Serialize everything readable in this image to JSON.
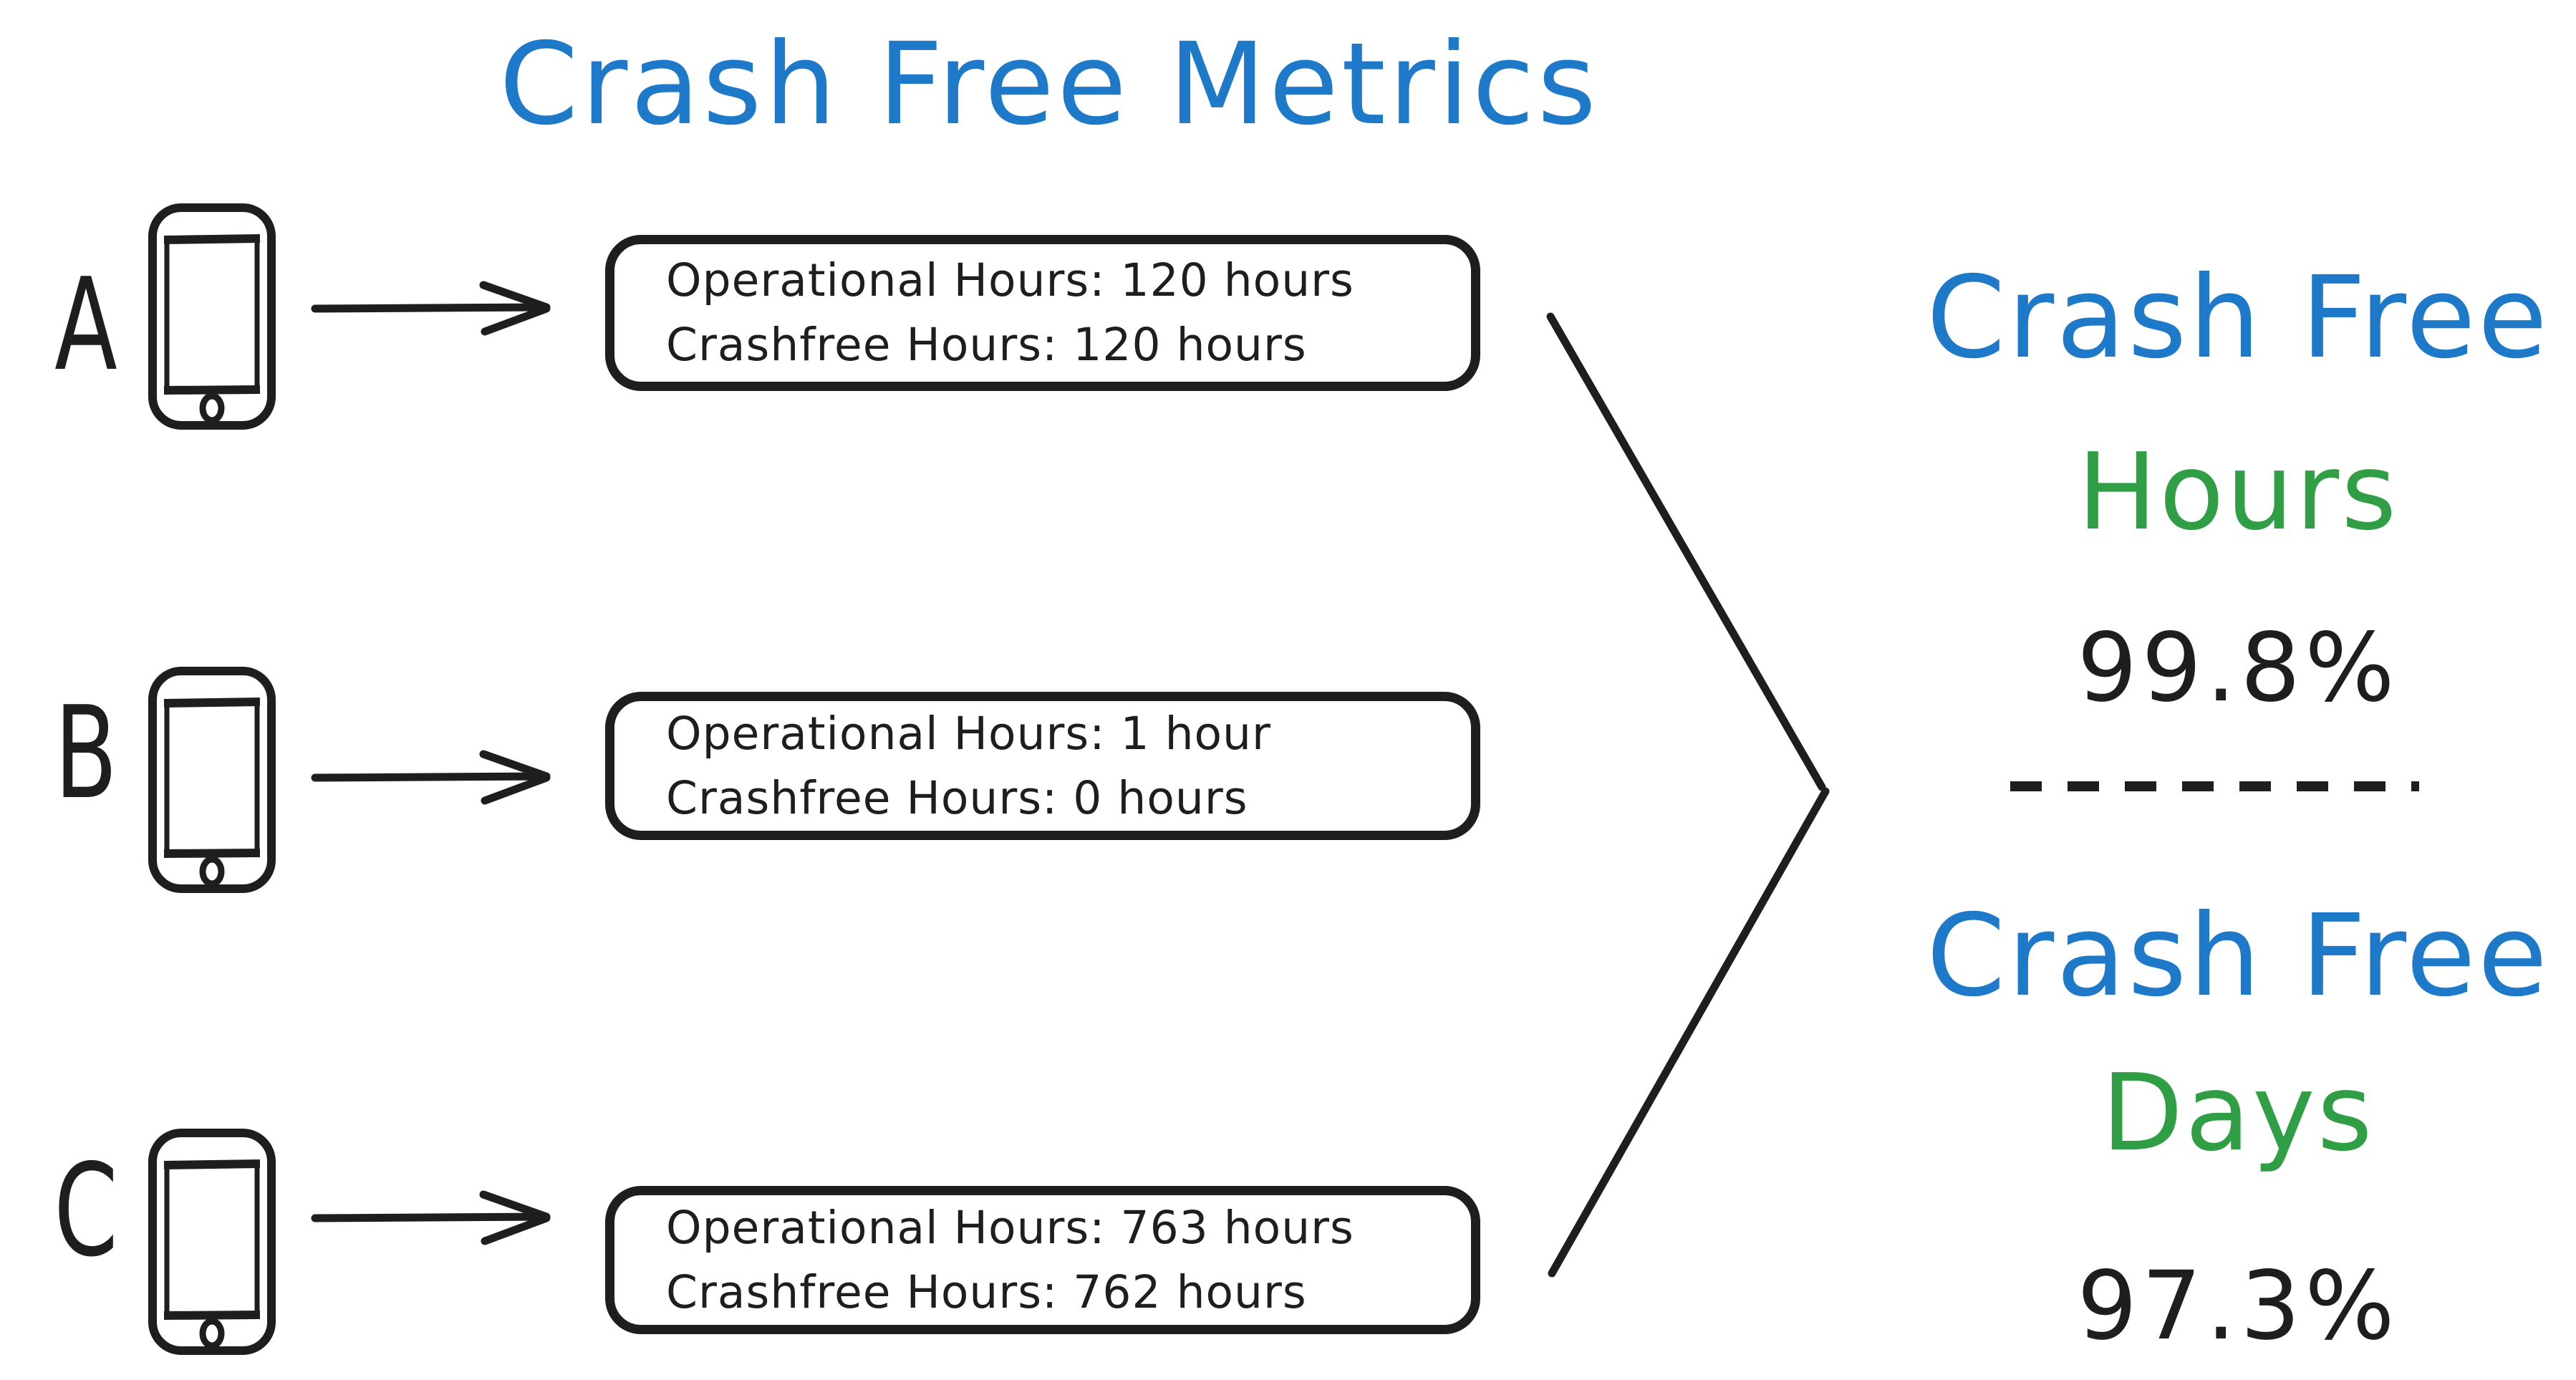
{
  "title": "Crash Free Metrics",
  "colors": {
    "blue": "#1e79c8",
    "green": "#2f9e44",
    "ink": "#1e1e1e"
  },
  "rows": [
    {
      "label": "A",
      "box_line1": "Operational Hours: 120 hours",
      "box_line2": "Crashfree Hours: 120 hours"
    },
    {
      "label": "B",
      "box_line1": "Operational Hours: 1 hour",
      "box_line2": "Crashfree Hours: 0 hours"
    },
    {
      "label": "C",
      "box_line1": "Operational Hours: 763 hours",
      "box_line2": "Crashfree Hours: 762 hours"
    }
  ],
  "results": [
    {
      "title_line1": "Crash Free",
      "title_line2": "Hours",
      "value": "99.8%"
    },
    {
      "title_line1": "Crash Free",
      "title_line2": "Days",
      "value": "97.3%"
    }
  ]
}
